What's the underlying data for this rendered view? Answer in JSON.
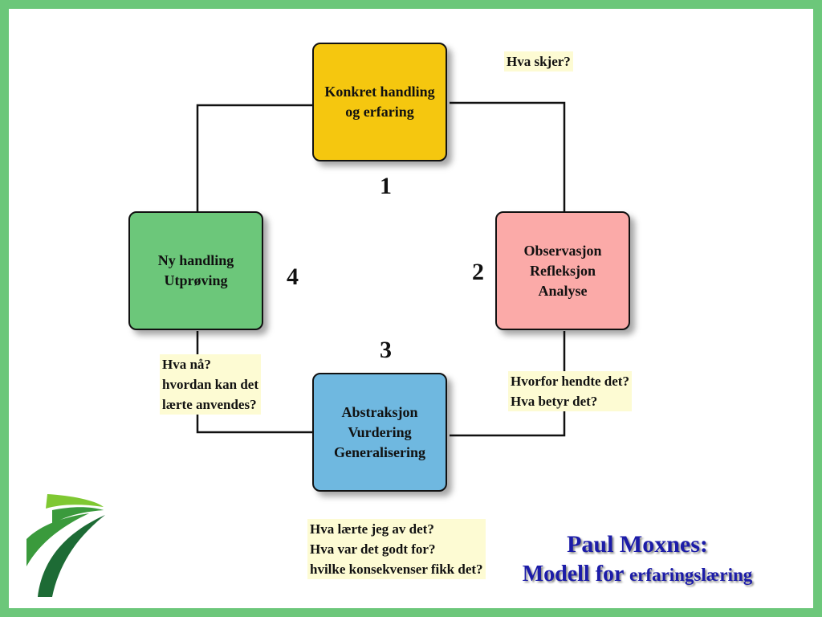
{
  "boxes": [
    {
      "lines": [
        "Konkret handling",
        "og erfaring"
      ],
      "color": "#f5c70f"
    },
    {
      "lines": [
        "Observasjon",
        "Refleksjon",
        "Analyse"
      ],
      "color": "#fbaaa8"
    },
    {
      "lines": [
        "Abstraksjon",
        "Vurdering",
        "Generalisering"
      ],
      "color": "#6fb8e0"
    },
    {
      "lines": [
        "Ny handling",
        "Utprøving"
      ],
      "color": "#6cc77a"
    }
  ],
  "numbers": [
    "1",
    "2",
    "3",
    "4"
  ],
  "notes": {
    "q1": [
      "Hva skjer?"
    ],
    "q2": [
      "Hvorfor hendte det?",
      "Hva betyr det?"
    ],
    "q3": [
      "Hva lærte jeg av det?",
      "Hva var det godt for?",
      "hvilke konsekvenser fikk det?"
    ],
    "q4": [
      "Hva nå?",
      "hvordan kan det",
      "lærte anvendes?"
    ]
  },
  "credit": {
    "line1": "Paul Moxnes:",
    "line2_prefix": "Modell for",
    "line2_suffix": "erfaringslæring"
  },
  "colors": {
    "border": "#6cc77a",
    "note_bg": "#fdfbd3",
    "credit_text": "#1c1ca8",
    "logo_light": "#7fc832",
    "logo_dark": "#1d6b35"
  }
}
